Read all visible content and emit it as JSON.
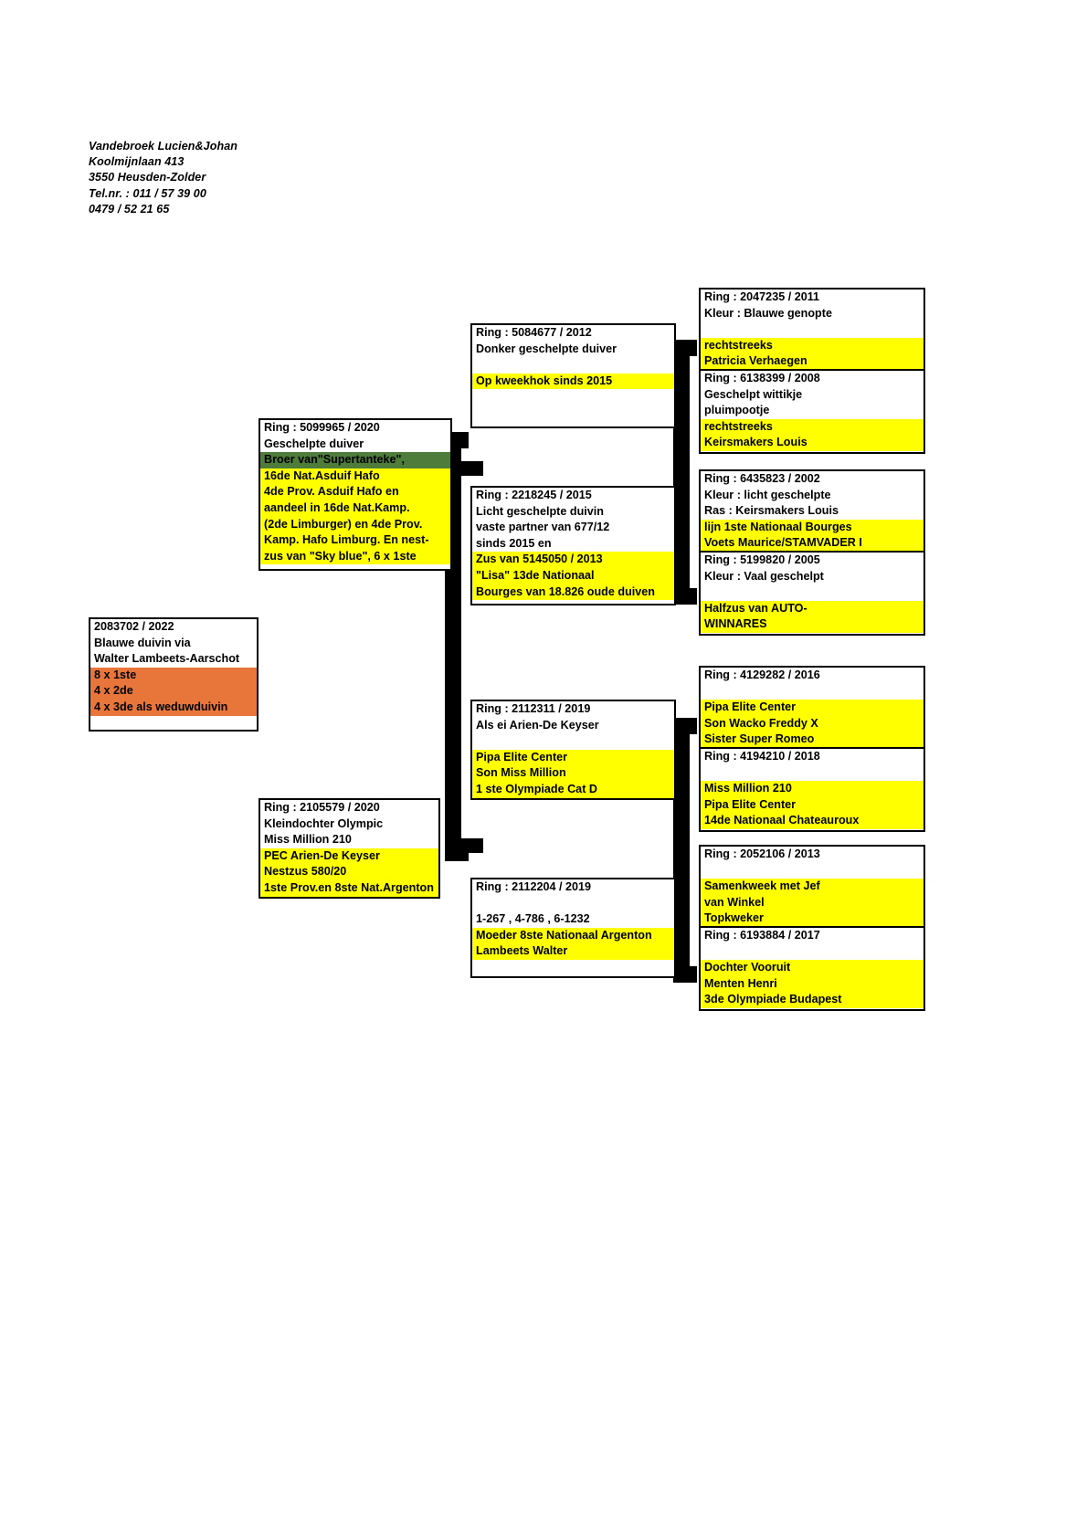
{
  "breeder": {
    "name": "Vandebroek Lucien&Johan",
    "street": "Koolmijnlaan 413",
    "city": "3550 Heusden-Zolder",
    "phone": "Tel.nr. : 011 / 57 39 00",
    "mobile": "0479 / 52 21 65"
  },
  "colors": {
    "highlight": "#ffff00",
    "subject_highlight": "#e8763a",
    "green_highlight": "#4e7c3a",
    "border": "#000000",
    "background": "#ffffff"
  },
  "subject": {
    "lines": [
      {
        "text": "2083702 / 2022",
        "style": "plain"
      },
      {
        "text": "Blauwe duivin via",
        "style": "plain"
      },
      {
        "text": "Walter Lambeets-Aarschot",
        "style": "plain"
      },
      {
        "text": "8 x 1ste",
        "style": "orange"
      },
      {
        "text": "4 x 2de",
        "style": "orange"
      },
      {
        "text": "4 x 3de als weduwduivin",
        "style": "orange"
      }
    ]
  },
  "sire": {
    "lines": [
      {
        "text": "Ring : 5099965 / 2020",
        "style": "plain"
      },
      {
        "text": "Geschelpte duiver",
        "style": "plain"
      },
      {
        "text": "Broer van\"Supertanteke\",",
        "style": "green"
      },
      {
        "text": "16de Nat.Asduif Hafo",
        "style": "hl"
      },
      {
        "text": "4de Prov. Asduif Hafo en",
        "style": "hl"
      },
      {
        "text": "aandeel in 16de Nat.Kamp.",
        "style": "hl"
      },
      {
        "text": "(2de Limburger) en 4de Prov.",
        "style": "hl"
      },
      {
        "text": "Kamp. Hafo Limburg. En nest-",
        "style": "hl"
      },
      {
        "text": "zus van \"Sky blue\", 6 x 1ste",
        "style": "hl"
      }
    ]
  },
  "dam": {
    "lines": [
      {
        "text": "Ring : 2105579 / 2020",
        "style": "plain"
      },
      {
        "text": "Kleindochter Olympic",
        "style": "plain"
      },
      {
        "text": "Miss Million 210",
        "style": "plain"
      },
      {
        "text": "PEC Arien-De Keyser",
        "style": "hl"
      },
      {
        "text": "Nestzus 580/20",
        "style": "hl"
      },
      {
        "text": "1ste Prov.en 8ste Nat.Argenton",
        "style": "hl"
      }
    ]
  },
  "gen2": {
    "sire_sire": {
      "lines": [
        {
          "text": "Ring : 5084677 / 2012",
          "style": "plain"
        },
        {
          "text": "Donker geschelpte duiver",
          "style": "plain"
        },
        {
          "text": "",
          "style": "blank"
        },
        {
          "text": "Op kweekhok sinds 2015",
          "style": "hl"
        },
        {
          "text": "",
          "style": "blank"
        },
        {
          "text": "",
          "style": "blank"
        }
      ]
    },
    "sire_dam": {
      "lines": [
        {
          "text": "Ring : 2218245 / 2015",
          "style": "plain"
        },
        {
          "text": "Licht geschelpte duivin",
          "style": "plain"
        },
        {
          "text": "vaste partner van 677/12",
          "style": "plain"
        },
        {
          "text": "sinds 2015 en",
          "style": "plain"
        },
        {
          "text": "Zus van 5145050 / 2013",
          "style": "hl"
        },
        {
          "text": "\"Lisa\"  13de Nationaal",
          "style": "hl"
        },
        {
          "text": "Bourges van 18.826 oude duiven",
          "style": "hl"
        }
      ]
    },
    "dam_sire": {
      "lines": [
        {
          "text": "Ring : 2112311 / 2019",
          "style": "plain"
        },
        {
          "text": "Als ei Arien-De Keyser",
          "style": "plain"
        },
        {
          "text": "",
          "style": "blank"
        },
        {
          "text": "Pipa Elite Center",
          "style": "hl"
        },
        {
          "text": "Son Miss Million",
          "style": "hl"
        },
        {
          "text": "1 ste Olympiade Cat D",
          "style": "hl"
        }
      ]
    },
    "dam_dam": {
      "lines": [
        {
          "text": "Ring : 2112204 / 2019",
          "style": "plain"
        },
        {
          "text": "",
          "style": "blank"
        },
        {
          "text": "1-267 , 4-786 , 6-1232",
          "style": "plain"
        },
        {
          "text": "Moeder 8ste Nationaal Argenton",
          "style": "hl"
        },
        {
          "text": "Lambeets Walter",
          "style": "hl"
        }
      ]
    }
  },
  "gen3": {
    "ss_sire": {
      "lines": [
        {
          "text": "Ring : 2047235 / 2011",
          "style": "plain"
        },
        {
          "text": "Kleur : Blauwe genopte",
          "style": "plain"
        },
        {
          "text": "",
          "style": "blank"
        },
        {
          "text": "rechtstreeks",
          "style": "hl"
        },
        {
          "text": "Patricia Verhaegen",
          "style": "hl"
        }
      ]
    },
    "ss_dam": {
      "lines": [
        {
          "text": "Ring : 6138399 / 2008",
          "style": "plain"
        },
        {
          "text": "Geschelpt wittikje",
          "style": "plain"
        },
        {
          "text": "pluimpootje",
          "style": "plain"
        },
        {
          "text": "rechtstreeks",
          "style": "hl"
        },
        {
          "text": "Keirsmakers Louis",
          "style": "hl"
        }
      ]
    },
    "sd_sire": {
      "lines": [
        {
          "text": "Ring : 6435823 / 2002",
          "style": "plain"
        },
        {
          "text": "Kleur : licht geschelpte",
          "style": "plain"
        },
        {
          "text": "Ras : Keirsmakers Louis",
          "style": "plain"
        },
        {
          "text": "lijn 1ste Nationaal Bourges",
          "style": "hl"
        },
        {
          "text": "Voets Maurice/STAMVADER I",
          "style": "hl"
        }
      ]
    },
    "sd_dam": {
      "lines": [
        {
          "text": "Ring :  5199820 / 2005",
          "style": "plain"
        },
        {
          "text": "Kleur : Vaal geschelpt",
          "style": "plain"
        },
        {
          "text": "",
          "style": "blank"
        },
        {
          "text": "Halfzus van AUTO-",
          "style": "hl"
        },
        {
          "text": "WINNARES",
          "style": "hl"
        }
      ]
    },
    "ds_sire": {
      "lines": [
        {
          "text": "Ring : 4129282 / 2016",
          "style": "plain"
        },
        {
          "text": "",
          "style": "blank"
        },
        {
          "text": "Pipa Elite Center",
          "style": "hl"
        },
        {
          "text": "Son Wacko Freddy X",
          "style": "hl"
        },
        {
          "text": "Sister Super Romeo",
          "style": "hl"
        }
      ]
    },
    "ds_dam": {
      "lines": [
        {
          "text": "Ring : 4194210 / 2018",
          "style": "plain"
        },
        {
          "text": "",
          "style": "blank"
        },
        {
          "text": "Miss Million 210",
          "style": "hl"
        },
        {
          "text": "Pipa Elite Center",
          "style": "hl"
        },
        {
          "text": "14de Nationaal Chateauroux",
          "style": "hl"
        }
      ]
    },
    "dd_sire": {
      "lines": [
        {
          "text": "Ring : 2052106 / 2013",
          "style": "plain"
        },
        {
          "text": "",
          "style": "blank"
        },
        {
          "text": "Samenkweek met Jef",
          "style": "hl"
        },
        {
          "text": "van Winkel",
          "style": "hl"
        },
        {
          "text": "Topkweker",
          "style": "hl"
        }
      ]
    },
    "dd_dam": {
      "lines": [
        {
          "text": "Ring : 6193884 / 2017",
          "style": "plain"
        },
        {
          "text": "",
          "style": "blank"
        },
        {
          "text": "Dochter Vooruit",
          "style": "hl"
        },
        {
          "text": "Menten Henri",
          "style": "hl"
        },
        {
          "text": "3de Olympiade Budapest",
          "style": "hl"
        }
      ]
    }
  }
}
